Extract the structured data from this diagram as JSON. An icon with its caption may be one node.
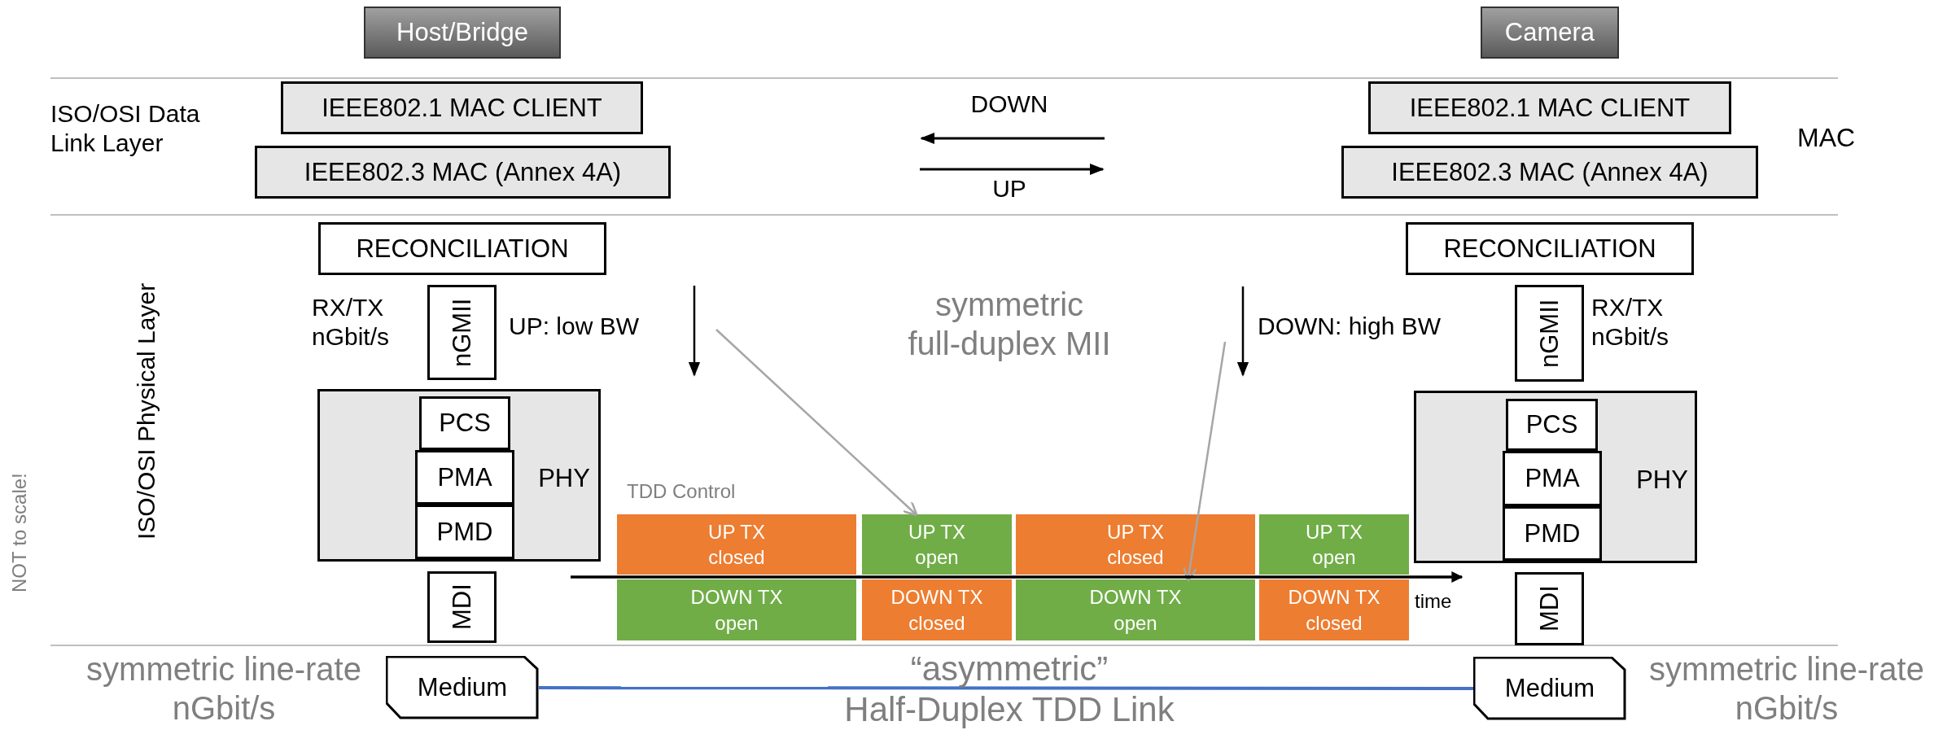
{
  "diagram": {
    "nodes": [
      {
        "text": [
          "Host/Bridge"
        ]
      },
      {
        "text": [
          "Camera"
        ]
      },
      {
        "text": [
          "IEEE802.1 MAC CLIENT"
        ]
      },
      {
        "text": [
          "IEEE802.3 MAC (Annex 4A)"
        ]
      },
      {
        "text": [
          "IEEE802.1 MAC CLIENT"
        ]
      },
      {
        "text": [
          "IEEE802.3 MAC (Annex 4A)"
        ]
      },
      {
        "text": [
          "RECONCILIATION"
        ]
      },
      {
        "text": [
          "RECONCILIATION"
        ]
      },
      {
        "text": [
          "nGMII"
        ]
      },
      {
        "text": [
          "nGMII"
        ]
      },
      {
        "text": [
          "PHY"
        ]
      },
      {
        "text": [
          "PCS"
        ],
        "in": 10
      },
      {
        "text": [
          "PMA"
        ],
        "in": 10
      },
      {
        "text": [
          "PMD"
        ],
        "in": 10
      },
      {
        "text": [
          "PHY"
        ]
      },
      {
        "text": [
          "PCS"
        ],
        "in": 14
      },
      {
        "text": [
          "PMA"
        ],
        "in": 14
      },
      {
        "text": [
          "PMD"
        ],
        "in": 14
      },
      {
        "text": [
          "UP TX closed"
        ]
      },
      {
        "text": [
          "UP TX open"
        ]
      },
      {
        "text": [
          "UP TX closed"
        ]
      },
      {
        "text": [
          "UP TX open"
        ]
      },
      {
        "text": [
          "DOWN TX open"
        ]
      },
      {
        "text": [
          "DOWN TX closed"
        ]
      },
      {
        "text": [
          "DOWN TX open"
        ]
      },
      {
        "text": [
          "DOWN TX closed"
        ]
      },
      {
        "text": [
          "MDI"
        ]
      },
      {
        "text": [
          "MDI"
        ]
      },
      {
        "text": [
          "Medium"
        ]
      },
      {
        "text": [
          "Medium"
        ]
      }
    ],
    "edges": [
      {
        "from": 28,
        "to": 29,
        "arrow": "none",
        "color": "#4472c4"
      },
      {
        "from": null,
        "to": 19,
        "arrow": "to",
        "color": "#a6a6a6"
      },
      {
        "from": null,
        "to": 24,
        "arrow": "to",
        "color": "#a6a6a6"
      }
    ],
    "labels": [
      "ISO/OSI Data Link Layer",
      "MAC",
      "DOWN",
      "UP",
      "ISO/OSI Physical Layer",
      "UP: low BW",
      "symmetric full-duplex MII",
      "DOWN: high BW",
      "TDD Control",
      "time",
      "NOT to scale!",
      "symmetric line-rate nGbit/s",
      "“asymmetric”",
      "Half-Duplex TDD Link",
      "symmetric line-rate nGbit/s",
      "RX/TX nGbit/s",
      "RX/TX nGbit/s"
    ]
  }
}
